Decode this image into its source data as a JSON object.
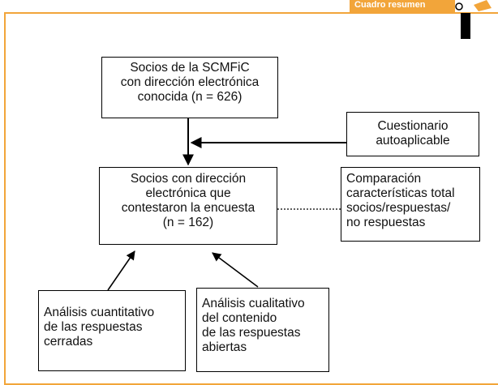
{
  "header_tag": "Cuadro resumen",
  "boxes": {
    "socios_total": "Socios de la SCMFiC\ncon dirección electrónica\nconocida (n = 626)",
    "cuestionario": "Cuestionario\nautoaplicable",
    "contestaron": "Socios con dirección\nelectrónica que\ncontestaron la encuesta\n(n = 162)",
    "comparacion": "Comparación\ncaracterísticas total\nsocios/respuestas/\nno respuestas",
    "cuantitativo": "Análisis cuantitativo\nde las respuestas\ncerradas",
    "cualitativo": "Análisis cualitativo\ndel contenido\nde las respuestas\nabiertas"
  },
  "colors": {
    "accent": "#f2a53a",
    "ink": "#000000"
  }
}
